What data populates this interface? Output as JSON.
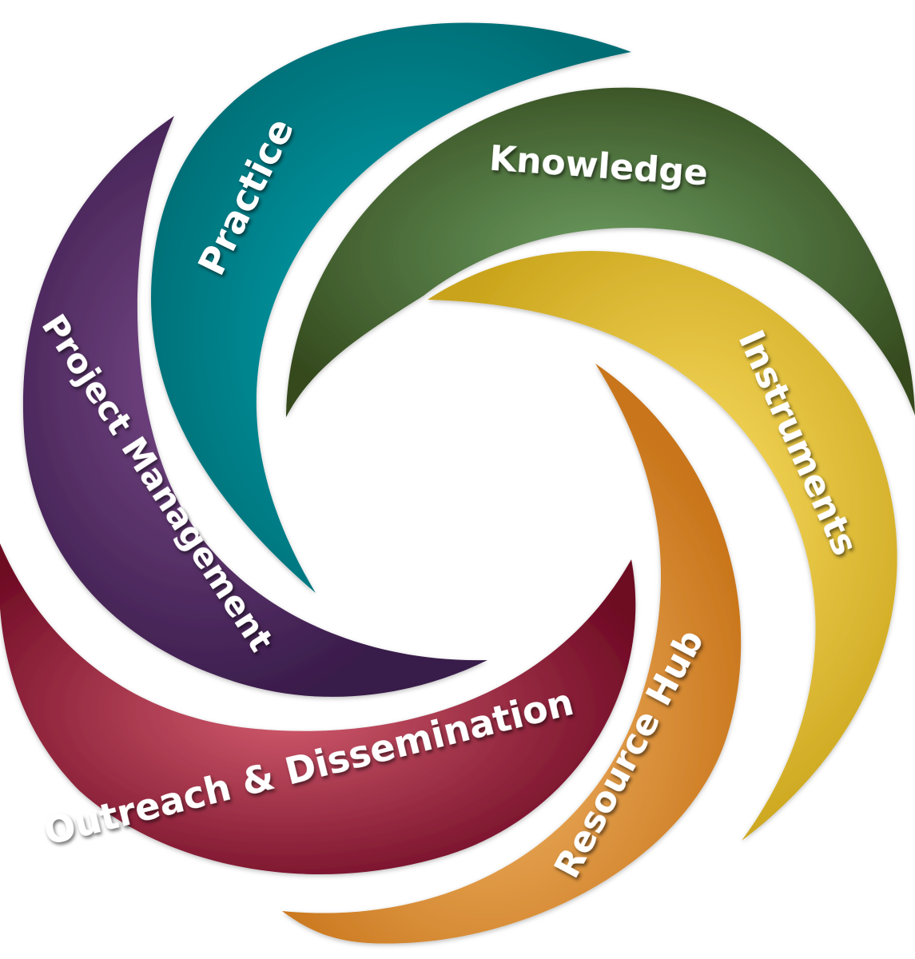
{
  "segments": [
    {
      "id": "practice",
      "label": "Practice",
      "color_light": "#00a7b5",
      "color_dark": "#006d74"
    },
    {
      "id": "knowledge",
      "label": "Knowledge",
      "color_light": "#6a9a5e",
      "color_dark": "#34491d"
    },
    {
      "id": "instruments",
      "label": "Instruments",
      "color_light": "#fde066",
      "color_dark": "#c9a31a"
    },
    {
      "id": "resource",
      "label": "Resource Hub",
      "color_light": "#f4ba6c",
      "color_dark": "#c8741a"
    },
    {
      "id": "outreach",
      "label": "Outreach & Dissemination",
      "color_light": "#d35c6e",
      "color_dark": "#6e0a24"
    },
    {
      "id": "project",
      "label": "Project Management",
      "color_light": "#7a4a8a",
      "color_dark": "#371a48"
    }
  ]
}
